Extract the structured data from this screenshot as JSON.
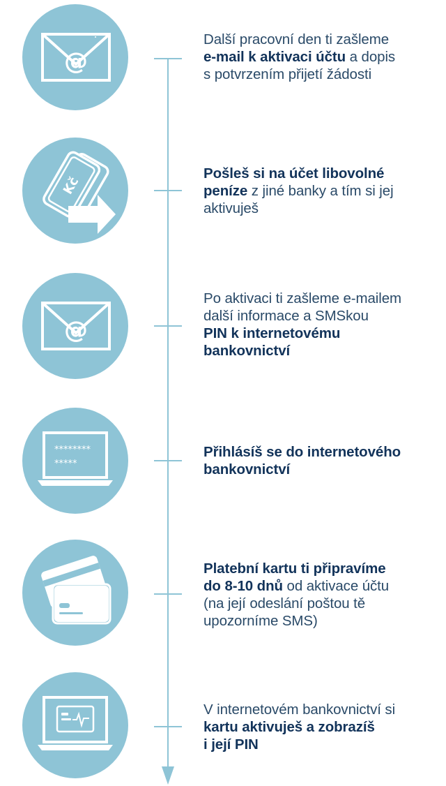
{
  "steps": [
    {
      "icon": "envelope-at-icon",
      "line1": "Další pracovní den ti zašleme",
      "line2_bold": "e-mail k aktivaci účtu",
      "line2_rest": " a dopis",
      "line3": "s potvrzením přijetí žádosti"
    },
    {
      "icon": "money-transfer-icon",
      "icon_label": "Kč",
      "line1_bold": "Pošleš si na účet libovolné",
      "line2_bold": "peníze",
      "line2_rest": " z jiné banky a tím si jej",
      "line3": "aktivuješ"
    },
    {
      "icon": "envelope-at-icon",
      "line1": "Po aktivaci ti zašleme e-mailem",
      "line2": "další informace a SMSkou",
      "line3_bold": "PIN k internetovému",
      "line4_bold": "bankovnictví"
    },
    {
      "icon": "laptop-password-icon",
      "screen_line1": "********",
      "screen_line2": "*****",
      "line1_bold": "Přihlásíš se do internetového",
      "line2_bold": "bankovnictví"
    },
    {
      "icon": "payment-cards-icon",
      "line1_bold": "Platební kartu ti připravíme",
      "line2_bold": "do 8-10 dnů",
      "line2_rest": " od aktivace účtu",
      "line3": "(na její odeslání poštou tě",
      "line4": "upozorníme SMS)"
    },
    {
      "icon": "laptop-card-icon",
      "line1": "V internetovém bankovnictví si",
      "line2_bold": "kartu aktivuješ a zobrazíš",
      "line3_bold": "i její PIN"
    }
  ],
  "colors": {
    "circle": "#8ec4d6",
    "text": "#2a4a68",
    "bold_text": "#12335a",
    "icon": "#ffffff"
  }
}
